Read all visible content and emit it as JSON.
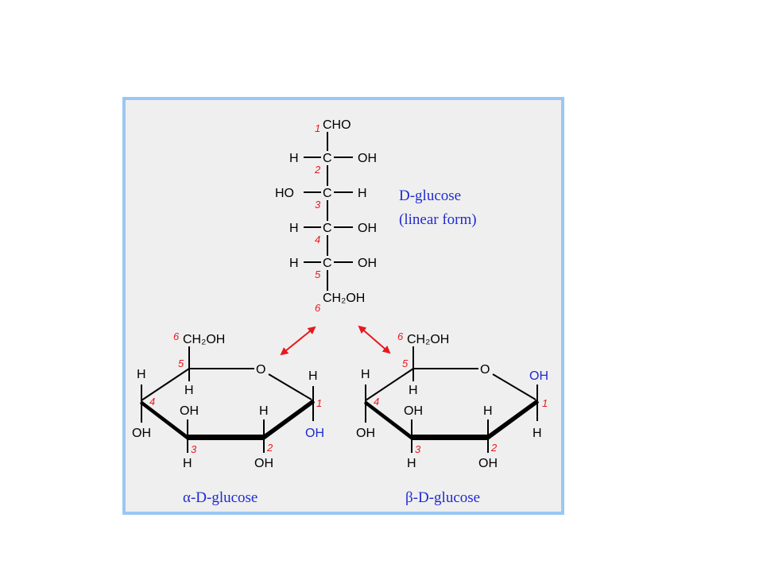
{
  "linear": {
    "c1_group": "CHO",
    "r2": {
      "left": "H",
      "right": "OH"
    },
    "r3": {
      "left": "HO",
      "right": "H"
    },
    "r4": {
      "left": "H",
      "right": "OH"
    },
    "r5": {
      "left": "H",
      "right": "OH"
    },
    "c6_group": "CH₂OH",
    "caption_line1": "D-glucose",
    "caption_line2": "(linear form)"
  },
  "numbers": [
    "1",
    "2",
    "3",
    "4",
    "5",
    "6"
  ],
  "alpha": {
    "c6_group": "CH₂OH",
    "ring_o": "O",
    "c1_top": "H",
    "c1_bottom": "OH",
    "c2_top": "H",
    "c2_bottom": "OH",
    "c3_top": "OH",
    "c3_bottom": "H",
    "c4_top": "H",
    "c4_bottom": "OH",
    "c5_bottom": "H",
    "caption": "α-D-glucose"
  },
  "beta": {
    "c6_group": "CH₂OH",
    "ring_o": "O",
    "c1_top": "OH",
    "c1_bottom": "H",
    "c2_top": "H",
    "c2_bottom": "OH",
    "c3_top": "OH",
    "c3_bottom": "H",
    "c4_top": "H",
    "c4_bottom": "OH",
    "c5_bottom": "H",
    "caption": "β-D-glucose"
  },
  "colors": {
    "frame_border": "#99c7f5",
    "panel_background": "#efefef",
    "carbon_numbers": "#e8181d",
    "captions": "#1f2bd1",
    "arrows": "#e8181d"
  }
}
